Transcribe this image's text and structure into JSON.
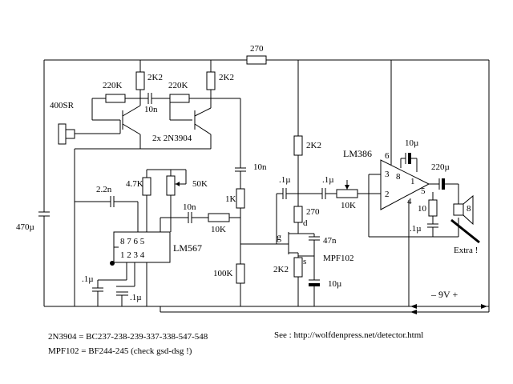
{
  "labels": {
    "r270_top": "270",
    "r2k2_a": "2K2",
    "r2k2_b": "2K2",
    "r220k_a": "220K",
    "r220k_b": "220K",
    "c10n_a": "10n",
    "coil": "400SR",
    "transistors": "2x 2N3904",
    "c2_2n": "2.2n",
    "r4_7k": "4.7K",
    "pot50k": "50K",
    "c10n_b": "10n",
    "r10k_a": "10K",
    "ic567": "LM567",
    "pin_top": "8 7 6 5",
    "pin_bot": "1 2 3 4",
    "c01_a": ".1µ",
    "c01_b": ".1µ",
    "c10n_c": "10n",
    "r1k": "1K",
    "r100k": "100K",
    "c470": "470µ",
    "c01_c": ".1µ",
    "c01_d": ".1µ",
    "r2k2_c": "2K2",
    "r270_b": "270",
    "d_label": "d",
    "g_label": "g",
    "s_label": "s",
    "c47n": "47n",
    "fet": "MPF102",
    "r2k2_d": "2K2",
    "c10u_a": "10µ",
    "ic386": "LM386",
    "pot10k": "10K",
    "pin6": "6",
    "pin3": "3",
    "pin8": "8",
    "pin1": "1",
    "pin2": "2",
    "pin4": "4",
    "pin5": "5",
    "c10u_b": "10µ",
    "c220u": "220µ",
    "r10": "10",
    "c01_e": ".1µ",
    "spk": "8",
    "extra": "Extra !",
    "supply": "– 9V +",
    "eq1": "2N3904  =  BC237-238-239-337-338-547-548",
    "eq2": "MPF102  =  BF244-245  (check  gsd-dsg !)",
    "see": "See  : http://wolfdenpress.net/detector.html"
  }
}
